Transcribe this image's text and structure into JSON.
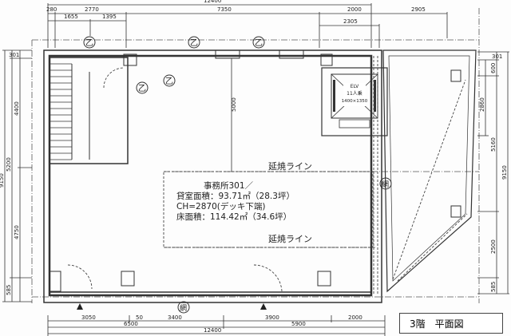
{
  "title": "3階　平面図",
  "dimensions": {
    "top": {
      "overall": "12400",
      "row2": [
        "280",
        "2770",
        "7350",
        "2000",
        "2905"
      ],
      "row3": [
        "1655",
        "1395"
      ],
      "row4": "2305"
    },
    "bottom": {
      "row1": [
        "3050",
        "50",
        "3400",
        "3900",
        "2000"
      ],
      "row2": [
        "6500",
        "5900"
      ],
      "overall": "12400"
    },
    "left": [
      "301",
      "4400",
      "5200",
      "4750",
      "585",
      "9150"
    ],
    "right": [
      "301",
      "600",
      "2860",
      "5160",
      "9150",
      "2500",
      "585"
    ]
  },
  "symbols": {
    "otsu": "乙",
    "ami": "網"
  },
  "labels": {
    "fire_line_top": "延焼ライン",
    "fire_line_bottom": "延焼ライン"
  },
  "elevator": {
    "name": "ELV",
    "capacity": "11人乗",
    "size": "1400×1350"
  },
  "room_info": {
    "line1": "事務所301／",
    "line2": "貸室面積：93.71㎡（28.3坪）",
    "line3": "CH=2870(デッキ下端)",
    "line4": "床面積：114.42㎡（34.6坪）"
  },
  "center_dim": "5000"
}
